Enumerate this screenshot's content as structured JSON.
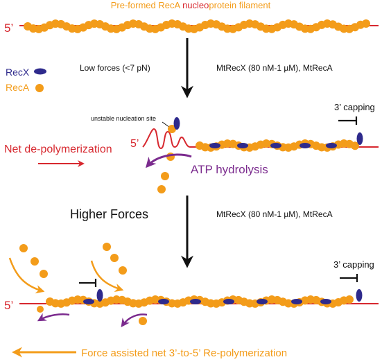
{
  "title": {
    "part1": "Pre-formed RecA ",
    "part2": "nucleo",
    "part3": "protein filament"
  },
  "five_prime": "5’",
  "legend": {
    "recx": "RecX",
    "reca": "RecA"
  },
  "step1": {
    "condition": "Low forces (<7 pN)",
    "proteins": "MtRecX (80 nM-1 µM), MtRecA"
  },
  "middle": {
    "unstable_site": "unstable nucleation site",
    "capping": "3’ capping",
    "net_depoly": "Net de-polymerization",
    "atp": "ATP hydrolysis"
  },
  "step2": {
    "condition": "Higher Forces",
    "proteins": "MtRecX (80 nM-1 µM), MtRecA"
  },
  "bottom": {
    "capping": "3’ capping",
    "repoly": "Force assisted net 3’-to-5’ Re-polymerization"
  },
  "colors": {
    "reca": "#F39C1A",
    "recx": "#2E2A8C",
    "dna": "#D7282F",
    "red_text": "#D7282F",
    "orange_text": "#F39C1A",
    "purple": "#7B2B8E",
    "black": "#111111"
  }
}
